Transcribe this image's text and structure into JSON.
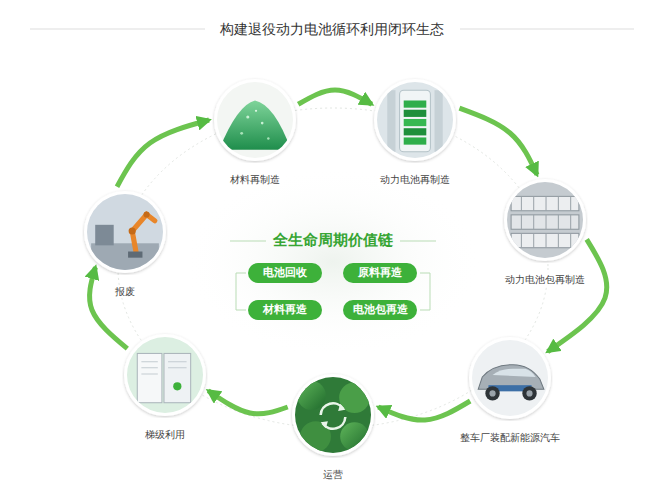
{
  "diagram": {
    "title": "构建退役动力电池循环利用闭环生态",
    "nodes": [
      {
        "text": [
          "全生命周期价值链"
        ]
      },
      {
        "text": [
          "电池回收"
        ],
        "in": 0
      },
      {
        "text": [
          "原料再造"
        ],
        "in": 0
      },
      {
        "text": [
          "材料再造"
        ],
        "in": 0
      },
      {
        "text": [
          "电池包再造"
        ],
        "in": 0
      },
      {
        "text": [
          "材料再制造"
        ]
      },
      {
        "text": [
          "动力电池再制造"
        ]
      },
      {
        "text": [
          "动力电池包再制造"
        ]
      },
      {
        "text": [
          "整车厂装配新能源汽车"
        ]
      },
      {
        "text": [
          "运营"
        ]
      },
      {
        "text": [
          "梯级利用"
        ]
      },
      {
        "text": [
          "报废"
        ]
      }
    ],
    "edges": [
      {
        "from": 5,
        "to": 6,
        "arrow": "to"
      },
      {
        "from": 6,
        "to": 7,
        "arrow": "to"
      },
      {
        "from": 7,
        "to": 8,
        "arrow": "to"
      },
      {
        "from": 8,
        "to": 9,
        "arrow": "to"
      },
      {
        "from": 9,
        "to": 10,
        "arrow": "to"
      },
      {
        "from": 10,
        "to": 11,
        "arrow": "to"
      },
      {
        "from": 11,
        "to": 5,
        "arrow": "to"
      }
    ]
  }
}
